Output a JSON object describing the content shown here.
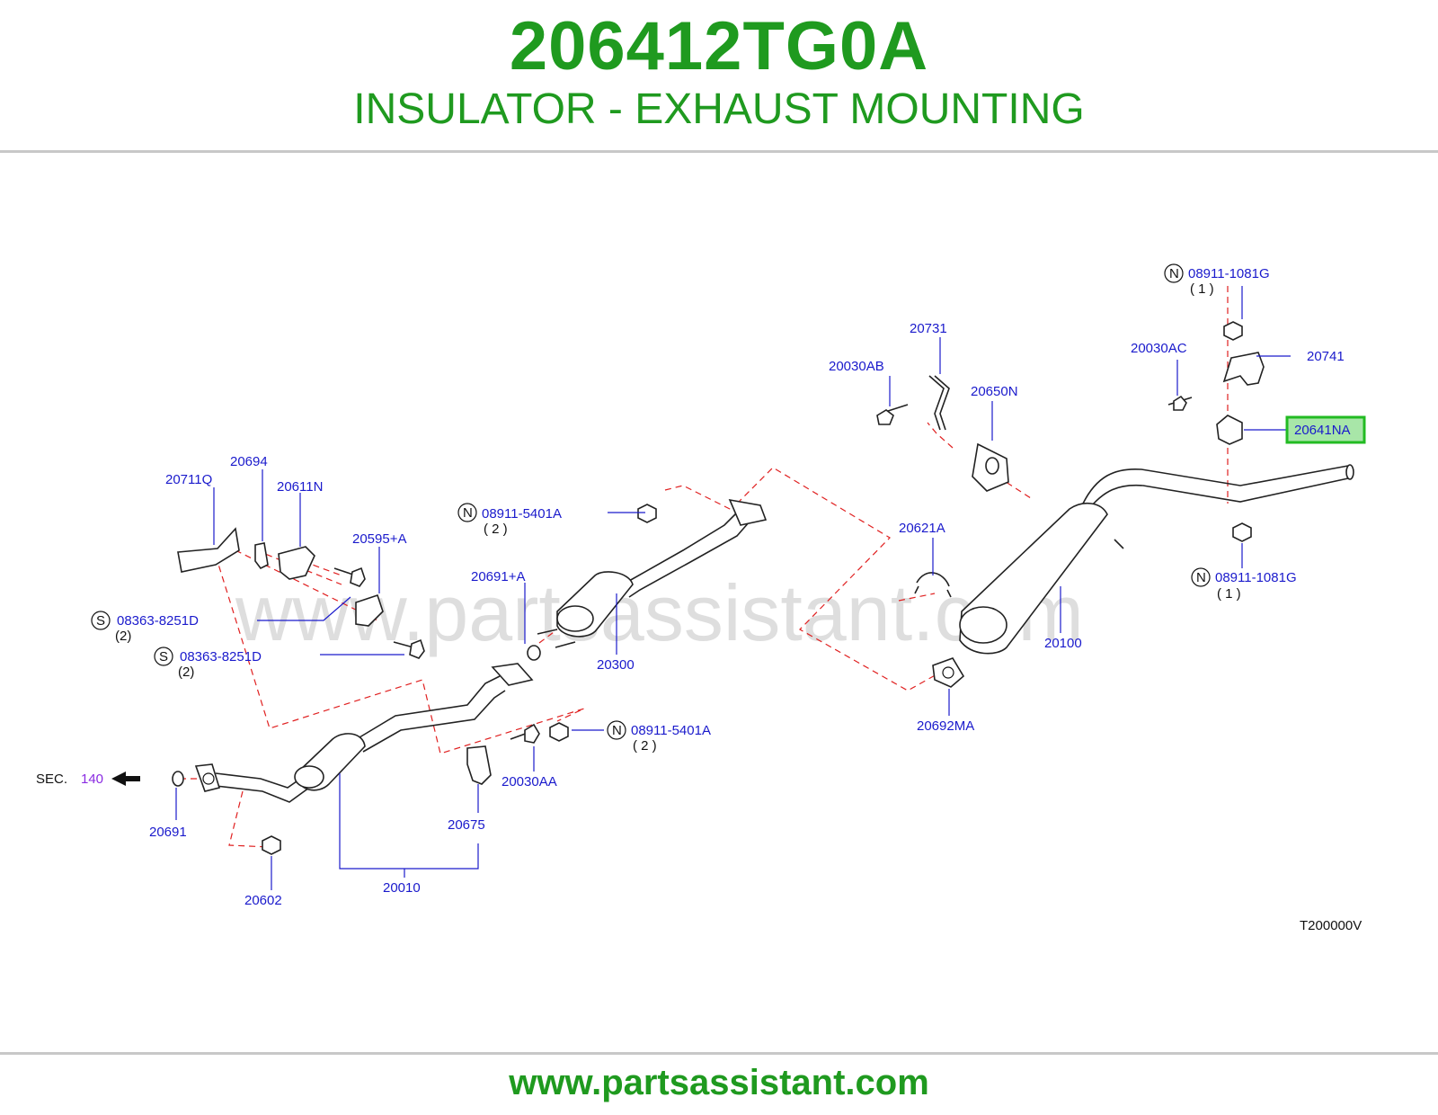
{
  "header": {
    "part_number": "206412TG0A",
    "part_name": "INSULATOR - EXHAUST MOUNTING"
  },
  "footer": {
    "url": "www.partsassistant.com"
  },
  "watermark": "www.partsassistant.com",
  "diagram": {
    "code": "T200000V",
    "sec_prefix": "SEC.",
    "sec_number": "140",
    "highlighted_label": "20641NA",
    "labels": {
      "p08911_1081G_top": "08911-1081G",
      "p08911_1081G_top_qty": "( 1 )",
      "p20731": "20731",
      "p20030AC": "20030AC",
      "p20741": "20741",
      "p20030AB": "20030AB",
      "p20650N": "20650N",
      "p20694": "20694",
      "p20711Q": "20711Q",
      "p20611N": "20611N",
      "p08911_5401A_top": "08911-5401A",
      "p08911_5401A_top_qty": "( 2 )",
      "p20595A": "20595+A",
      "p20621A": "20621A",
      "p08911_1081G_bot": "08911-1081G",
      "p08911_1081G_bot_qty": "( 1 )",
      "p20691A": "20691+A",
      "p08363_a": "08363-8251D",
      "p08363_a_qty": "(2)",
      "p08363_b": "08363-8251D",
      "p08363_b_qty": "(2)",
      "p20100": "20100",
      "p20300": "20300",
      "p20692MA": "20692MA",
      "p08911_5401A_bot": "08911-5401A",
      "p08911_5401A_bot_qty": "( 2 )",
      "p20030AA": "20030AA",
      "p20691": "20691",
      "p20675": "20675",
      "p20602": "20602",
      "p20010": "20010",
      "N": "N",
      "S": "S"
    },
    "colors": {
      "brand_green": "#1f9a1f",
      "label_blue": "#1a1acc",
      "dash_red": "#e02020",
      "highlight_box": "#22bb22",
      "highlight_fill": "#a8e6a8"
    }
  }
}
